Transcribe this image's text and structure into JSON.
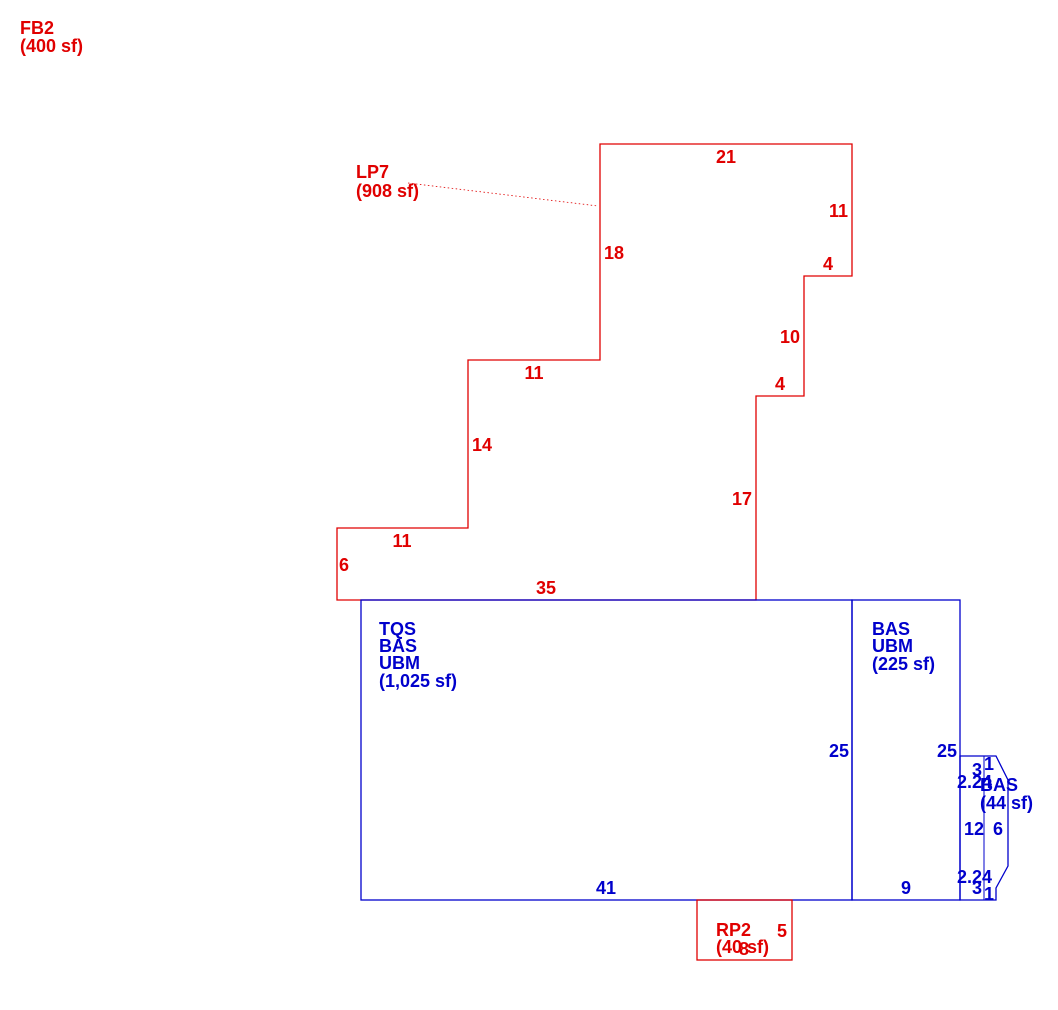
{
  "colors": {
    "red": "#e00000",
    "blue": "#0000cc"
  },
  "areas": {
    "fb2": {
      "code": "FB2",
      "area": "(400 sf)"
    },
    "lp7": {
      "code": "LP7",
      "area": "(908 sf)"
    },
    "main": {
      "codes": [
        "TQS",
        "BAS",
        "UBM"
      ],
      "area": "(1,025 sf)"
    },
    "bas225": {
      "codes": [
        "BAS",
        "UBM"
      ],
      "area": "(225 sf)"
    },
    "bas44": {
      "code": "BAS",
      "area": "(44 sf)"
    },
    "rp2": {
      "code": "RP2",
      "area": "(40 sf)"
    }
  },
  "dimensions": {
    "lp7": [
      "21",
      "11",
      "4",
      "10",
      "4",
      "17",
      "35",
      "6",
      "11",
      "14",
      "11",
      "18"
    ],
    "main": [
      "25",
      "41"
    ],
    "bas225": [
      "25",
      "9"
    ],
    "bas44": [
      "3",
      "1",
      "2.24",
      "12",
      "6",
      "2.24",
      "3",
      "1"
    ],
    "rp2": [
      "5",
      "8"
    ]
  }
}
